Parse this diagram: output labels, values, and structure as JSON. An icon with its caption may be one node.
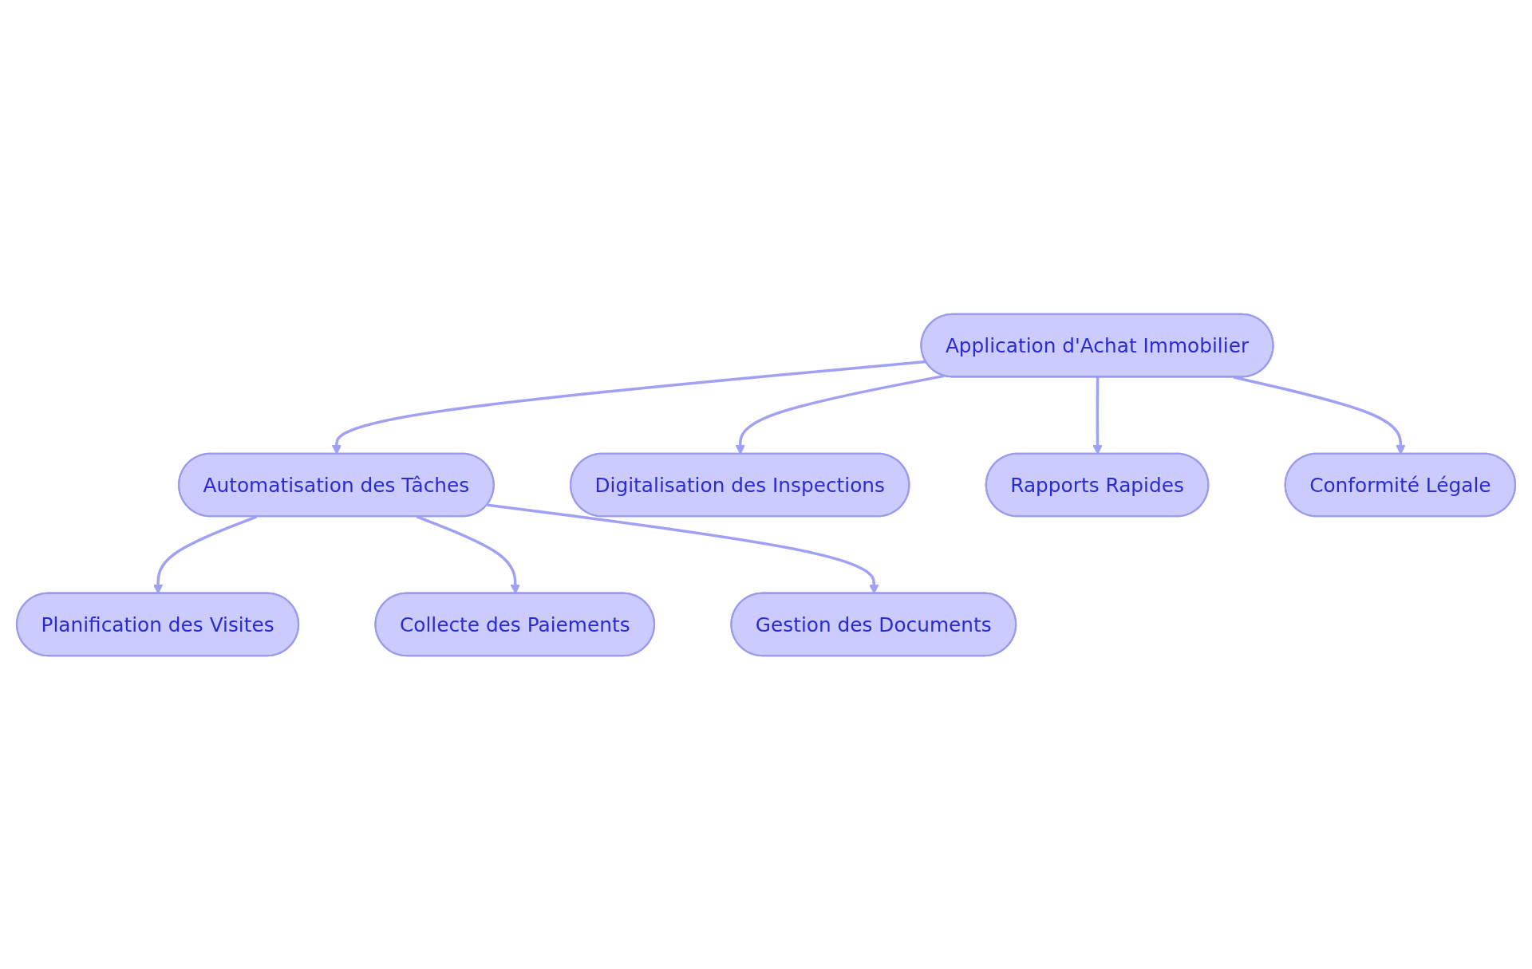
{
  "diagram": {
    "nodes": [
      {
        "text": [
          "Application d'Achat Immobilier"
        ]
      },
      {
        "text": [
          "Automatisation des Tâches"
        ]
      },
      {
        "text": [
          "Digitalisation des Inspections"
        ]
      },
      {
        "text": [
          "Rapports Rapides"
        ]
      },
      {
        "text": [
          "Conformité Légale"
        ]
      },
      {
        "text": [
          "Planification des Visites"
        ]
      },
      {
        "text": [
          "Collecte des Paiements"
        ]
      },
      {
        "text": [
          "Gestion des Documents"
        ]
      }
    ],
    "edges": [
      {
        "from": 0,
        "to": 1,
        "arrow": "to"
      },
      {
        "from": 0,
        "to": 2,
        "arrow": "to"
      },
      {
        "from": 0,
        "to": 3,
        "arrow": "to"
      },
      {
        "from": 0,
        "to": 4,
        "arrow": "to"
      },
      {
        "from": 1,
        "to": 5,
        "arrow": "to"
      },
      {
        "from": 1,
        "to": 6,
        "arrow": "to"
      },
      {
        "from": 1,
        "to": 7,
        "arrow": "to"
      }
    ]
  }
}
